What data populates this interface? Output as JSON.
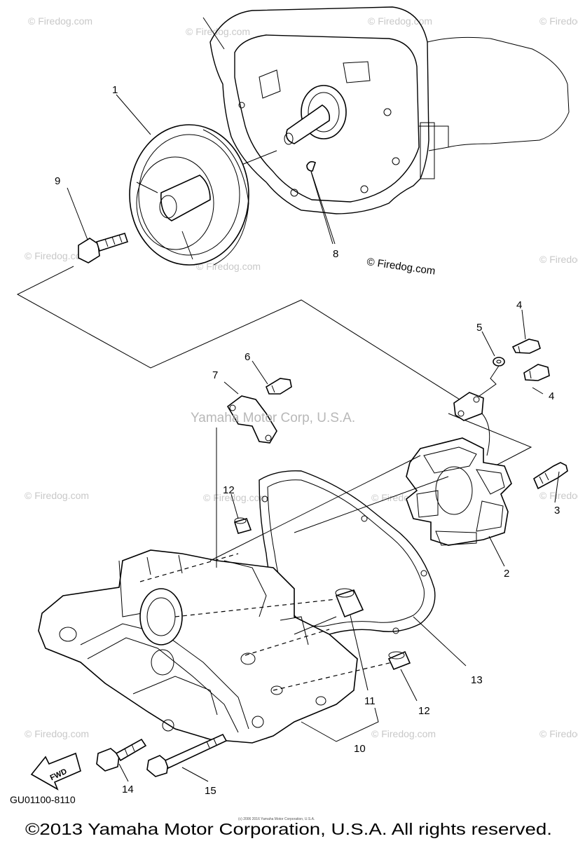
{
  "callouts": {
    "c1": "1",
    "c2": "2",
    "c3": "3",
    "c4a": "4",
    "c4b": "4",
    "c5": "5",
    "c6": "6",
    "c7": "7",
    "c8": "8",
    "c9": "9",
    "c10": "10",
    "c11": "11",
    "c12a": "12",
    "c12b": "12",
    "c13": "13",
    "c14": "14",
    "c15": "15"
  },
  "watermark": "© Firedog.com",
  "center_watermark": "Yamaha Motor Corp, U.S.A.",
  "fwd_label": "FWD",
  "diagram_code": "GU01100-8110",
  "copyright": "©2013 Yamaha Motor Corporation, U.S.A. All rights reserved.",
  "tiny_copyright": "(c) 2006 2016 Yamaha Motor Corporation, U.S.A.",
  "colors": {
    "line": "#000000",
    "watermark": "#c8c8c8"
  }
}
